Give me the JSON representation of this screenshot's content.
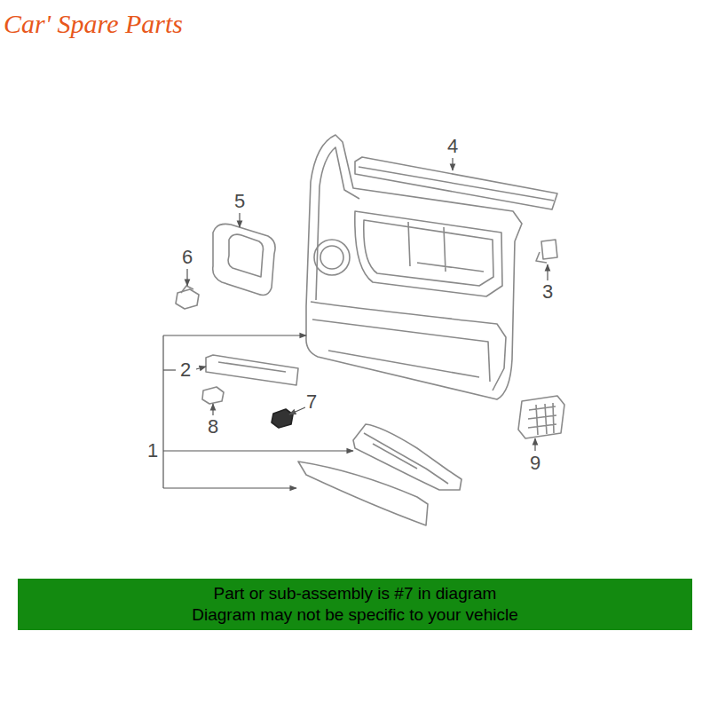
{
  "diagram": {
    "title": "Car' Spare Parts",
    "nodes": [
      {
        "text": [
          "Part or sub-assembly is #7 in diagram",
          "Diagram may not be specific to your vehicle"
        ]
      }
    ],
    "labels": [
      "4",
      "5",
      "6",
      "3",
      "2",
      "7",
      "8",
      "1",
      "9"
    ]
  }
}
